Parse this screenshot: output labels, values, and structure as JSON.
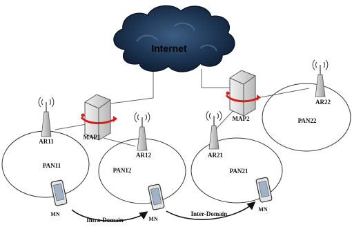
{
  "cloud": {
    "label": "Internet"
  },
  "maps": [
    {
      "label": "MAP1"
    },
    {
      "label": "MAP2"
    }
  ],
  "access_routers": [
    {
      "label": "AR11"
    },
    {
      "label": "AR12"
    },
    {
      "label": "AR21"
    },
    {
      "label": "AR22"
    }
  ],
  "pans": [
    {
      "label": "PAN11"
    },
    {
      "label": "PAN12"
    },
    {
      "label": "PAN21"
    },
    {
      "label": "PAN22"
    }
  ],
  "mobile_nodes": [
    {
      "label": "MN"
    },
    {
      "label": "MN"
    },
    {
      "label": "MN"
    }
  ],
  "handovers": [
    {
      "label": "Intra-Domain"
    },
    {
      "label": "Inter-Domain"
    }
  ]
}
